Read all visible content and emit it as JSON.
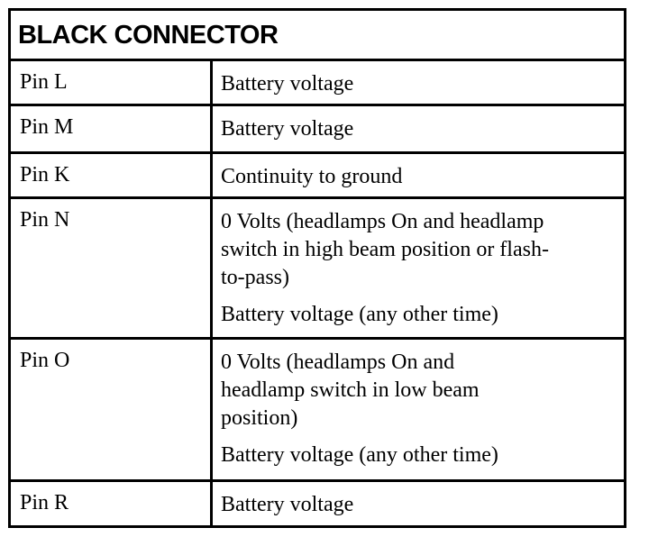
{
  "title": "BLACK CONNECTOR",
  "rows": [
    {
      "pin": "Pin L",
      "desc": [
        "Battery voltage"
      ]
    },
    {
      "pin": "Pin M",
      "desc": [
        "Battery voltage"
      ]
    },
    {
      "pin": "Pin K",
      "desc": [
        "Continuity to ground"
      ]
    },
    {
      "pin": "Pin N",
      "desc": [
        "0 Volts (headlamps On and headlamp switch in high beam position or flash-to-pass)",
        "Battery voltage (any other time)"
      ]
    },
    {
      "pin": "Pin O",
      "desc": [
        "0 Volts (headlamps On and headlamp switch in low beam position)",
        "Battery voltage (any other time)"
      ]
    },
    {
      "pin": "Pin R",
      "desc": [
        "Battery voltage"
      ]
    }
  ]
}
